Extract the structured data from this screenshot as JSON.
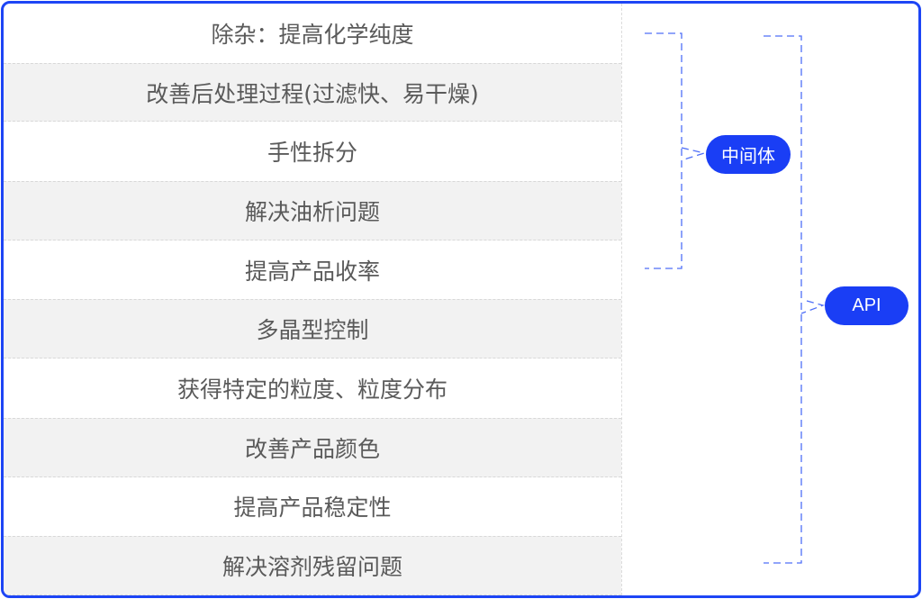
{
  "items": [
    "除杂：提高化学纯度",
    "改善后处理过程(过滤快、易干燥)",
    "手性拆分",
    "解决油析问题",
    "提高产品收率",
    "多晶型控制",
    "获得特定的粒度、粒度分布",
    "改善产品颜色",
    "提高产品稳定性",
    "解决溶剂残留问题"
  ],
  "groups": {
    "intermediate": "中间体",
    "api": "API"
  },
  "colors": {
    "accent": "#1a3ef5",
    "stripe": "#f2f2f2",
    "text": "#5a5a5a"
  }
}
